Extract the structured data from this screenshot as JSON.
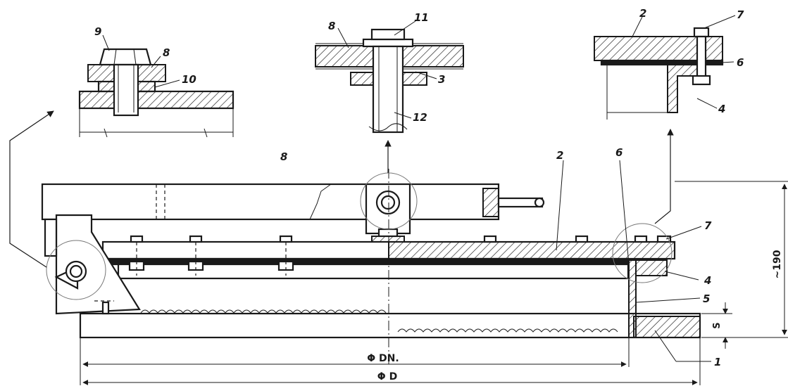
{
  "diagram": {
    "part_labels": {
      "p1": "1",
      "p2_main": "2",
      "p2_detail": "2",
      "p3": "3",
      "p4_main": "4",
      "p4_detail": "4",
      "p5": "5",
      "p6_main": "6",
      "p6_detail": "6",
      "p7_main": "7",
      "p7_detail": "7",
      "p8_main": "8",
      "p8_detail_left": "8",
      "p8_detail_mid": "8",
      "p9": "9",
      "p10": "10",
      "p11": "11",
      "p12": "12"
    },
    "dimensions": {
      "height": "~190",
      "inner_diameter": "Φ DN.",
      "outer_diameter": "Φ D",
      "thickness": "S"
    }
  }
}
